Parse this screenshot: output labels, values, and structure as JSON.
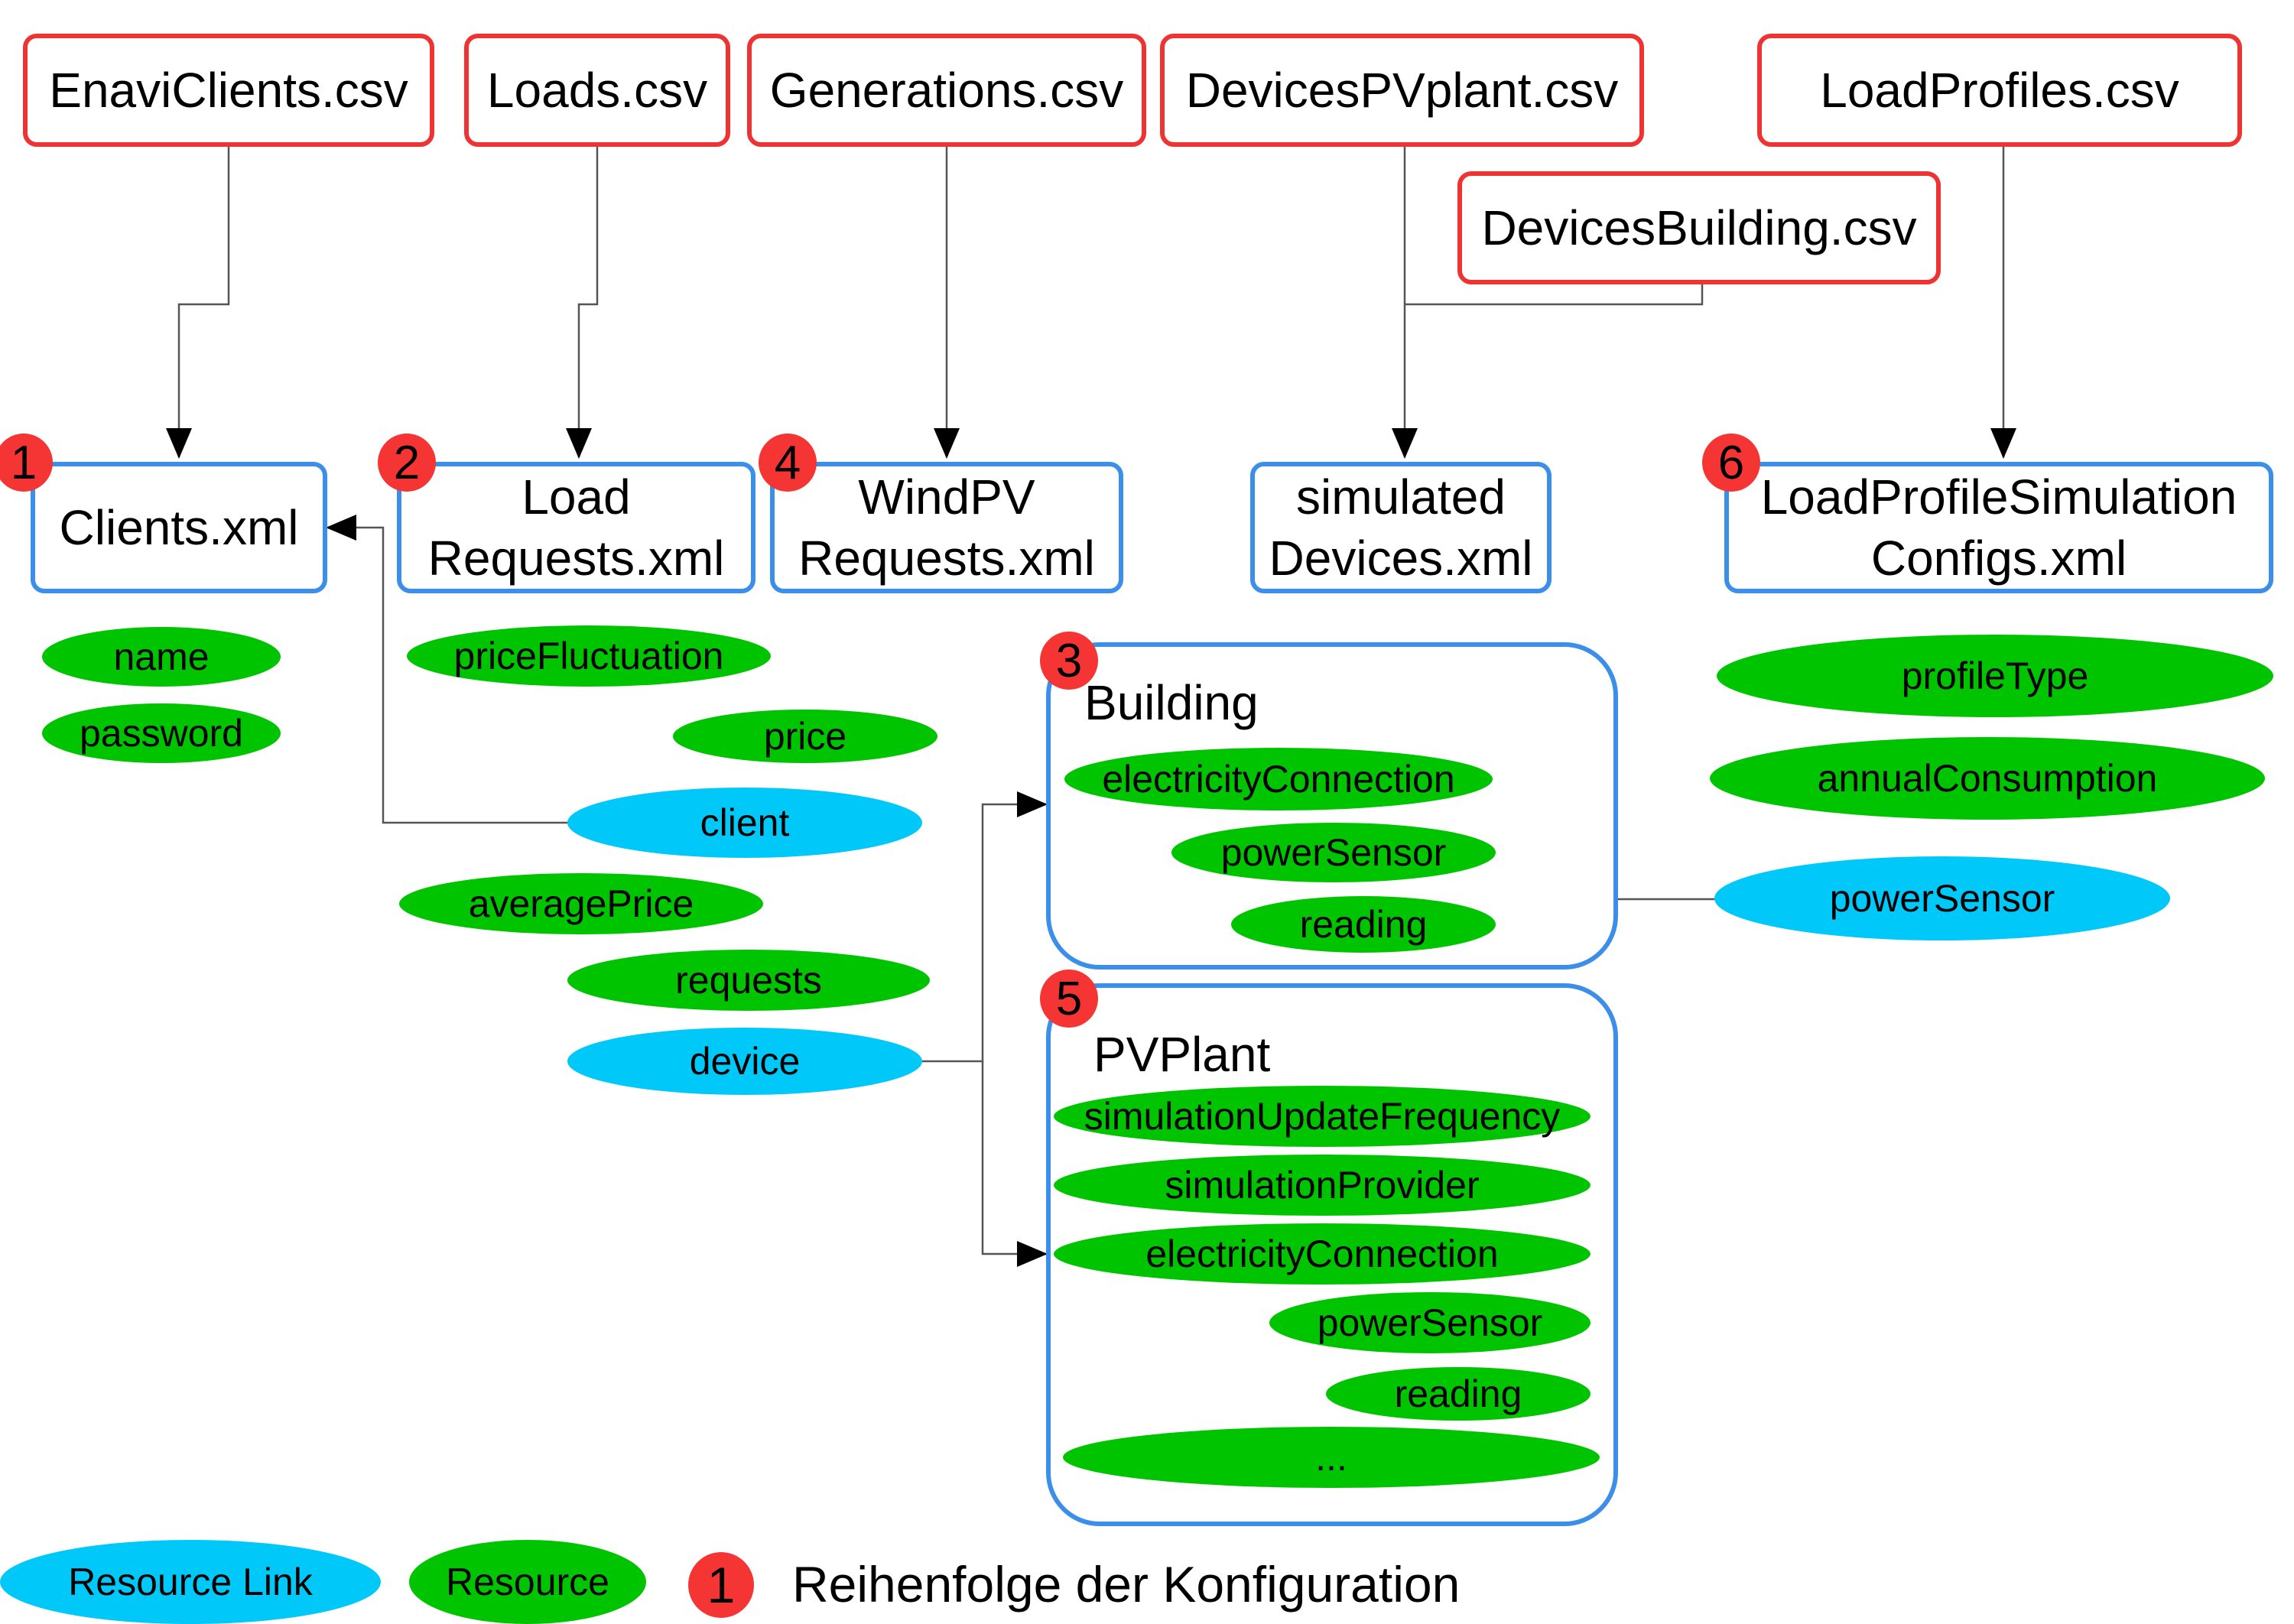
{
  "csv_files": {
    "enavi_clients": "EnaviClients.csv",
    "loads": "Loads.csv",
    "generations": "Generations.csv",
    "devices_pvplant": "DevicesPVplant.csv",
    "devices_building": "DevicesBuilding.csv",
    "load_profiles": "LoadProfiles.csv"
  },
  "xml_files": {
    "clients": {
      "badge": "1",
      "label": "Clients.xml"
    },
    "load_requests": {
      "badge": "2",
      "label": "Load\nRequests.xml"
    },
    "windpv_requests": {
      "badge": "4",
      "label": "WindPV\nRequests.xml"
    },
    "simulated_devices": {
      "label": "simulated\nDevices.xml"
    },
    "load_profile_configs": {
      "badge": "6",
      "label": "LoadProfileSimulation\nConfigs.xml"
    }
  },
  "clients_fields": [
    "name",
    "password"
  ],
  "load_requests_fields": {
    "price_fluctuation": "priceFluctuation",
    "price": "price",
    "client": "client",
    "average_price": "averagePrice",
    "requests": "requests",
    "device": "device"
  },
  "building": {
    "badge": "3",
    "title": "Building",
    "fields": [
      "electricityConnection",
      "powerSensor",
      "reading"
    ]
  },
  "pvplant": {
    "badge": "5",
    "title": "PVPlant",
    "fields": [
      "simulationUpdateFrequency",
      "simulationProvider",
      "electricityConnection",
      "powerSensor",
      "reading",
      "..."
    ]
  },
  "load_profile_fields": {
    "profile_type": "profileType",
    "annual_consumption": "annualConsumption",
    "power_sensor": "powerSensor"
  },
  "legend": {
    "resource_link": "Resource Link",
    "resource": "Resource",
    "order_badge": "1",
    "order_text": "Reihenfolge der Konfiguration"
  },
  "colors": {
    "csv_border": "#ee3333",
    "xml_border": "#3b8fe8",
    "resource": "#00c400",
    "resource_link": "#00c8f8",
    "badge": "#f53434"
  }
}
